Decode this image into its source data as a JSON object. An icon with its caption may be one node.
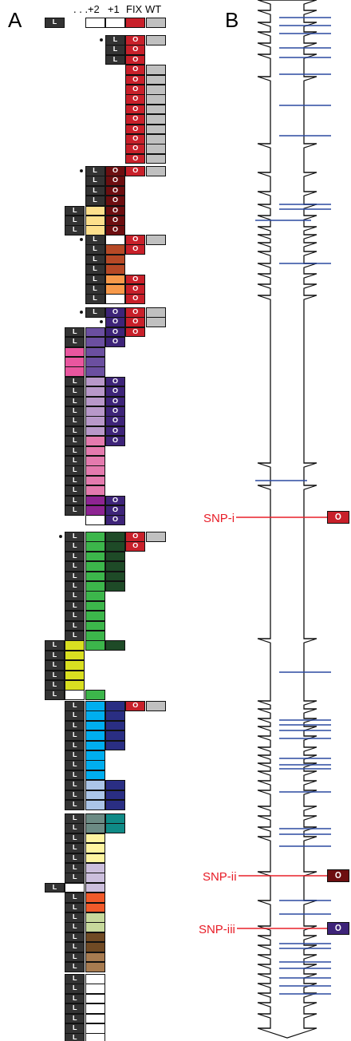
{
  "diagram": {
    "nodes": [
      {
        "text": [
          "SNP-i"
        ]
      },
      {
        "text": [
          "O"
        ]
      },
      {
        "text": [
          "SNP-ii"
        ]
      },
      {
        "text": [
          "O"
        ]
      },
      {
        "text": [
          "SNP-iii"
        ]
      },
      {
        "text": [
          "O"
        ]
      }
    ],
    "edges": [
      {
        "from": 0,
        "to": 1,
        "arrow": "none"
      },
      {
        "from": 2,
        "to": 3,
        "arrow": "none"
      },
      {
        "from": 4,
        "to": 5,
        "arrow": "none"
      }
    ],
    "labels": [
      "A",
      ". . .",
      "+2",
      "+1",
      "FIX",
      "WT",
      "L",
      "B",
      "L",
      "O",
      "L",
      "O",
      "L",
      "O",
      "O",
      "O",
      "O",
      "O",
      "O",
      "O",
      "O",
      "O",
      "O",
      "O",
      "L",
      "O",
      "O",
      "L",
      "O",
      "L",
      "O",
      "L",
      "O",
      "L",
      "O",
      "L",
      "O",
      "L",
      "O",
      "L",
      "O",
      "L",
      "O",
      "L",
      "L",
      "L",
      "O",
      "L",
      "O",
      "L",
      "O",
      "L",
      "O",
      "O",
      "O",
      "O",
      "L",
      "O",
      "O",
      "L",
      "O",
      "L",
      "O",
      "L",
      "O",
      "L",
      "O",
      "L",
      "O",
      "L",
      "O",
      "L",
      "O",
      "L",
      "O",
      "L",
      "L",
      "L",
      "L",
      "L",
      "L",
      "O",
      "L",
      "O",
      "O",
      "L",
      "O",
      "L",
      "O",
      "L",
      "L",
      "L",
      "L",
      "L",
      "L",
      "L",
      "L",
      "L",
      "L",
      "L",
      "L",
      "L",
      "L",
      "L",
      "L",
      "O",
      "L",
      "L",
      "L",
      "L",
      "L",
      "L",
      "L",
      "L",
      "L",
      "L",
      "L",
      "L",
      "L",
      "L",
      "L",
      "L",
      "L",
      "L",
      "L",
      "L",
      "L",
      "L",
      "L",
      "L",
      "L",
      "L",
      "L",
      "L",
      "L",
      "L",
      "L",
      "L",
      "L"
    ]
  }
}
